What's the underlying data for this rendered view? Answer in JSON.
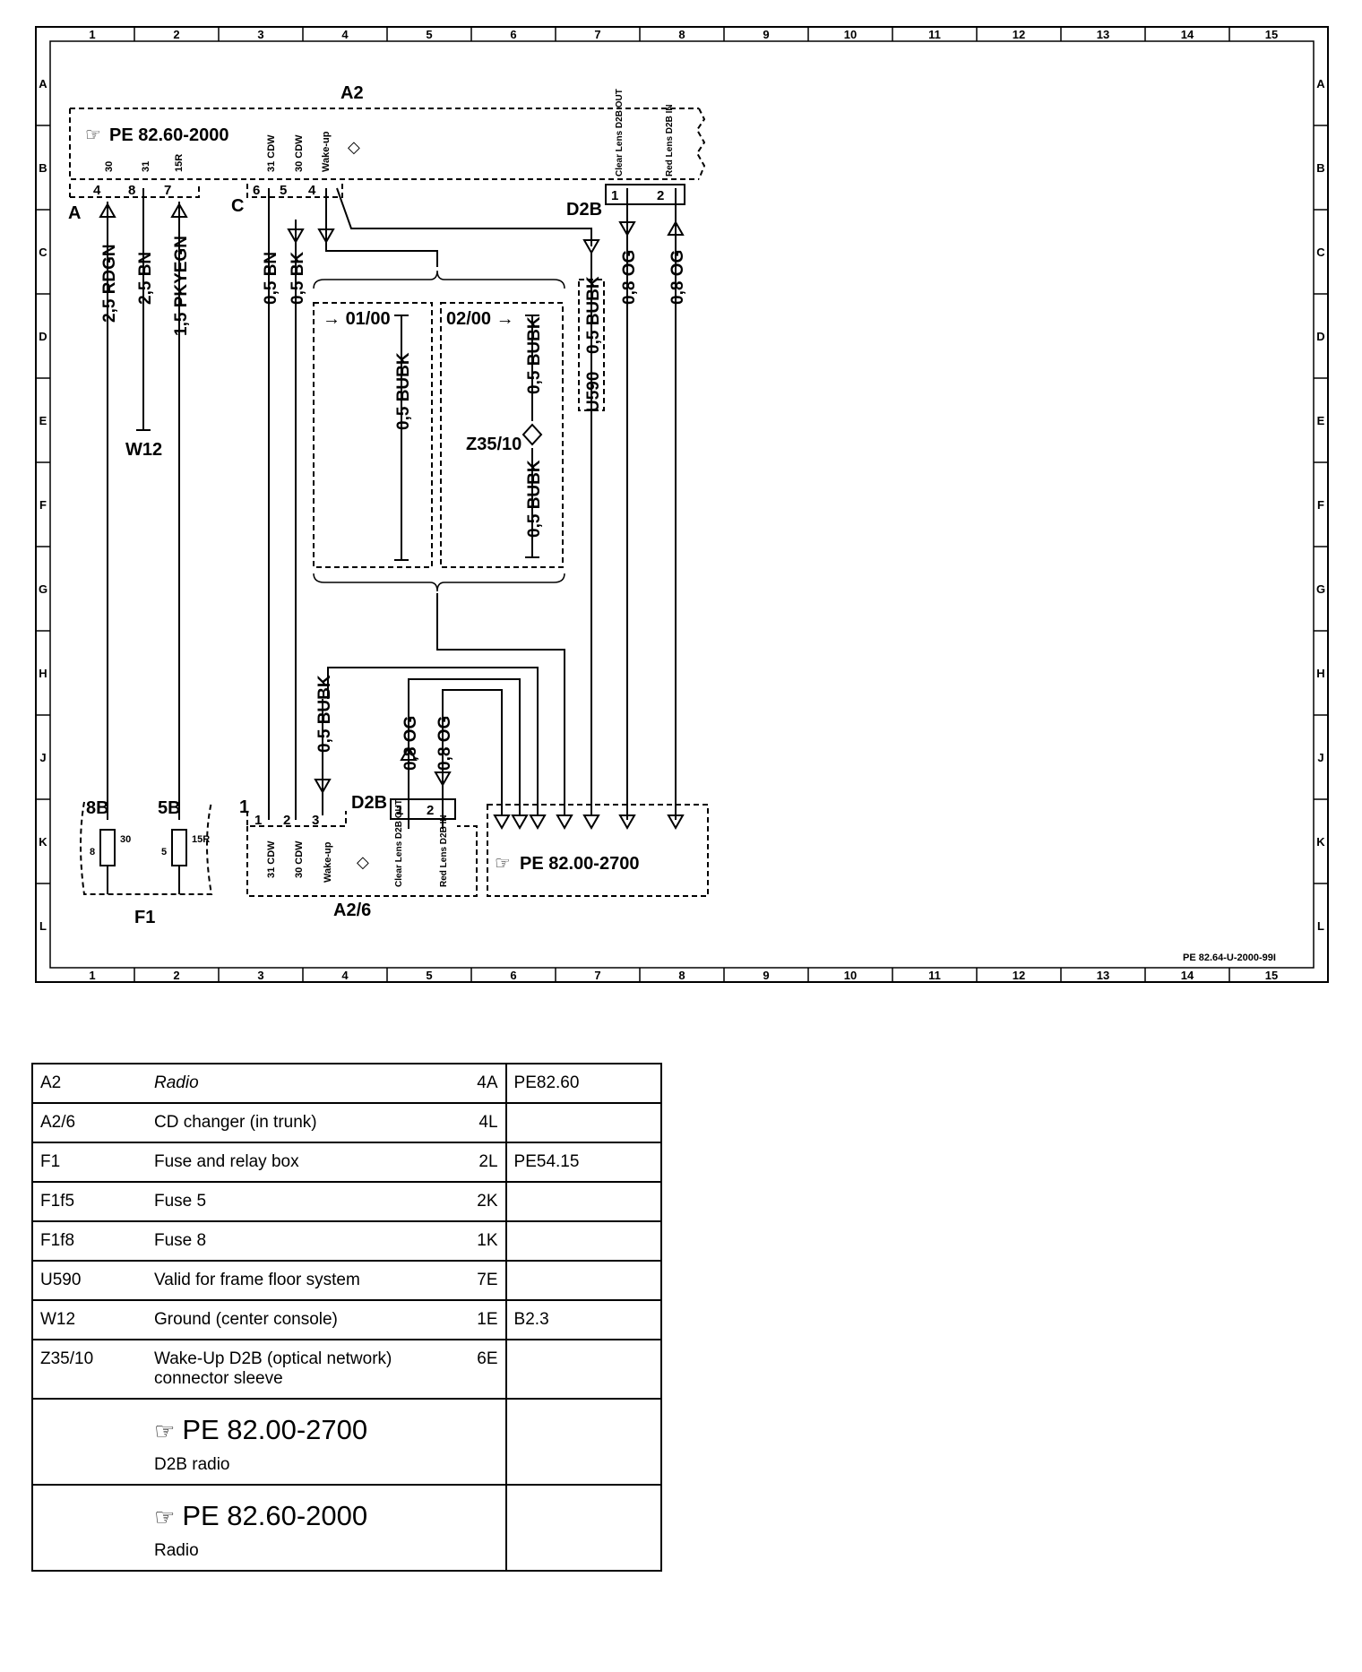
{
  "diagram": {
    "grid_columns": [
      "1",
      "2",
      "3",
      "4",
      "5",
      "6",
      "7",
      "8",
      "9",
      "10",
      "11",
      "12",
      "13",
      "14",
      "15"
    ],
    "grid_rows": [
      "A",
      "B",
      "C",
      "D",
      "E",
      "F",
      "G",
      "H",
      "J",
      "K",
      "L"
    ],
    "drawing_id": "PE 82.64-U-2000-99I",
    "components": {
      "a2": "A2",
      "a2_ref": "PE 82.60-2000",
      "a26": "A2/6",
      "f1": "F1",
      "w12": "W12",
      "z3510": "Z35/10",
      "d2b_top": "D2B",
      "d2b_bottom": "D2B",
      "target_ref": "PE 82.00-2700",
      "u590": "U590"
    },
    "connectors": {
      "a": "A",
      "c": "C",
      "one": "1",
      "fuse8": "8B",
      "fuse5": "5B"
    },
    "pins": {
      "a2_30": "30",
      "a2_31": "31",
      "a2_15r": "15R",
      "a2_31cdw": "31 CDW",
      "a2_30cdw": "30 CDW",
      "a2_wake": "Wake-up",
      "a2_clear": "Clear Lens D2B OUT",
      "a2_red": "Red Lens D2B IN",
      "a26_31cdw": "31 CDW",
      "a26_30cdw": "30 CDW",
      "a26_wake": "Wake-up",
      "a26_clear": "Clear Lens D2B OUT",
      "a26_red": "Red Lens D2B IN",
      "n4": "4",
      "n8": "8",
      "n7": "7",
      "n6": "6",
      "n5": "5",
      "n4b": "4",
      "n1": "1",
      "n2": "2",
      "n1b": "1",
      "n2b": "2",
      "n3b": "3",
      "n1c": "1",
      "n2c": "2",
      "f_30": "30",
      "f_15r": "15R",
      "f_8": "8",
      "f_5": "5"
    },
    "wires": {
      "w1": "2,5 RDGN",
      "w2": "2,5 BN",
      "w3": "1,5 PKYEGN",
      "w4": "0,5 BN",
      "w5": "0,5 BK",
      "w6": "0,5 BUBK",
      "w7": "0,8 OG",
      "w8": "0,8 OG",
      "w9": "0,5 BUBK",
      "w10": "0,5 BUBK",
      "w11": "0,5 BUBK",
      "w12": "0,5 BUBK",
      "w13": "0,8 OG",
      "w14": "0,8 OG"
    },
    "variants": {
      "v1": "01/00",
      "v2": "02/00"
    }
  },
  "legend": {
    "rows": [
      {
        "code": "A2",
        "desc": "Radio",
        "loc": "4A",
        "ref": "PE82.60",
        "italic": true
      },
      {
        "code": "A2/6",
        "desc": "CD changer (in trunk)",
        "loc": "4L",
        "ref": ""
      },
      {
        "code": "F1",
        "desc": "Fuse and relay box",
        "loc": "2L",
        "ref": "PE54.15"
      },
      {
        "code": "F1f5",
        "desc": "Fuse 5",
        "loc": "2K",
        "ref": ""
      },
      {
        "code": "F1f8",
        "desc": "Fuse 8",
        "loc": "1K",
        "ref": ""
      },
      {
        "code": "U590",
        "desc": "Valid for frame floor system",
        "loc": "7E",
        "ref": ""
      },
      {
        "code": "W12",
        "desc": "Ground (center console)",
        "loc": "1E",
        "ref": "B2.3"
      },
      {
        "code": "Z35/10",
        "desc": "Wake-Up D2B (optical network) connector sleeve",
        "loc": "6E",
        "ref": ""
      }
    ],
    "refs": [
      {
        "ref": "PE 82.00-2700",
        "desc": "D2B radio"
      },
      {
        "ref": "PE 82.60-2000",
        "desc": "Radio"
      }
    ]
  }
}
